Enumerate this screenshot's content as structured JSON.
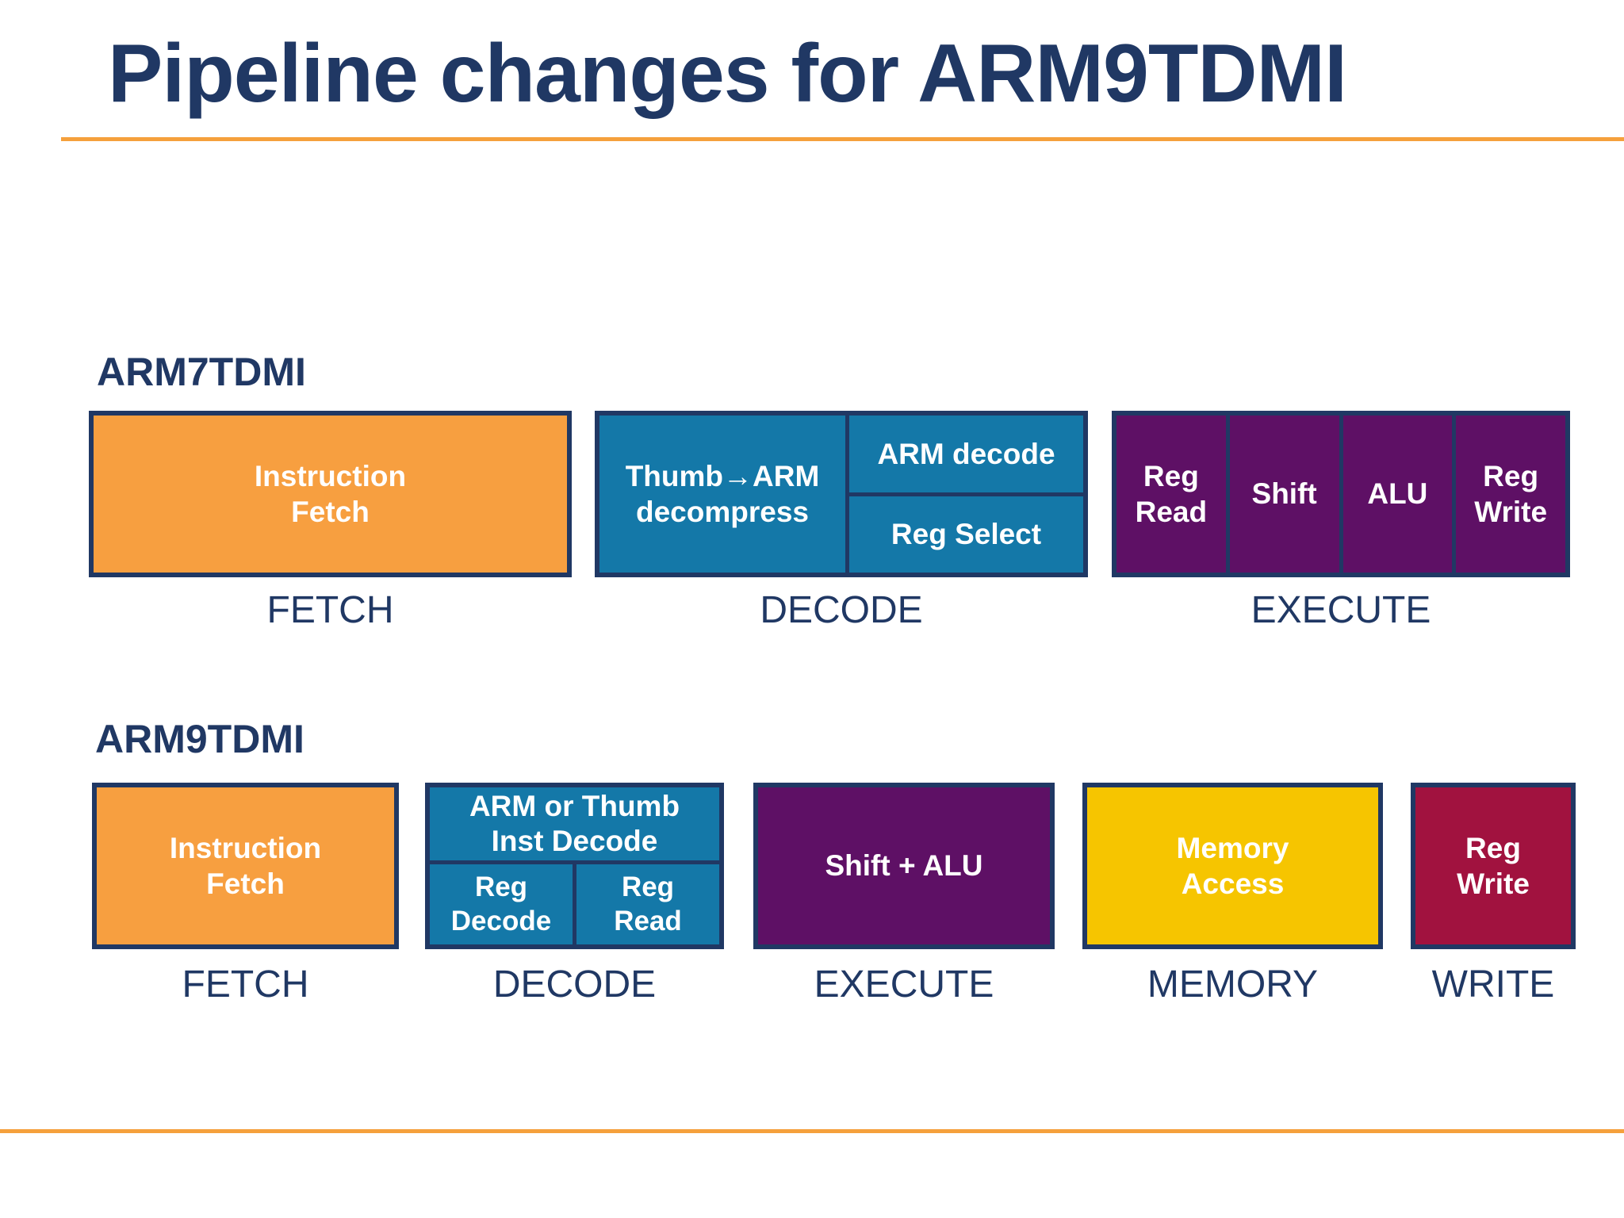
{
  "slide": {
    "title": "Pipeline changes for ARM9TDMI"
  },
  "colors": {
    "navy": "#203864",
    "orange": "#F79F40",
    "teal": "#1478A8",
    "purple": "#5E1065",
    "yellow": "#F6C500",
    "crimson": "#A1123F",
    "rule_orange": "#F5A03C",
    "box_text": "#FFFFFF"
  },
  "arm7": {
    "heading": "ARM7TDMI",
    "fetch_box": "Instruction\nFetch",
    "decode_main": "Thumb→ARM\ndecompress",
    "decode_top": "ARM decode",
    "decode_bottom": "Reg Select",
    "execute_cells": [
      "Reg\nRead",
      "Shift",
      "ALU",
      "Reg\nWrite"
    ],
    "stage_labels": [
      "FETCH",
      "DECODE",
      "EXECUTE"
    ]
  },
  "arm9": {
    "heading": "ARM9TDMI",
    "fetch_box": "Instruction\nFetch",
    "decode_top": "ARM or Thumb\nInst Decode",
    "decode_left": "Reg\nDecode",
    "decode_right": "Reg\nRead",
    "execute_box": "Shift + ALU",
    "memory_box": "Memory\nAccess",
    "write_box": "Reg\nWrite",
    "stage_labels": [
      "FETCH",
      "DECODE",
      "EXECUTE",
      "MEMORY",
      "WRITE"
    ]
  }
}
